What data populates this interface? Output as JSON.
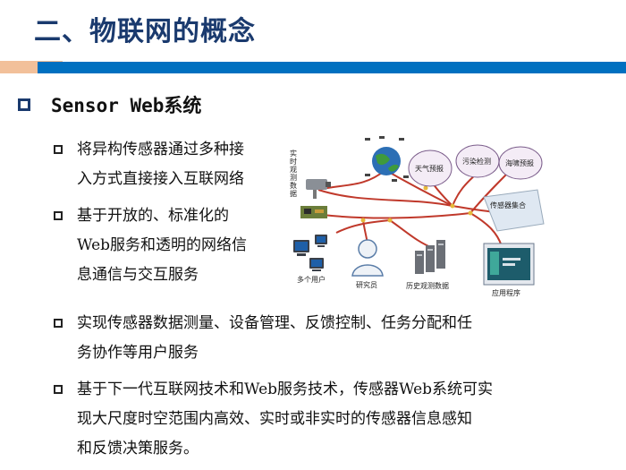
{
  "slide": {
    "title": "二、物联网的概念",
    "heading": "Sensor Web系统",
    "top_bullets": [
      {
        "line1": "将异构传感器通过多种接",
        "line2": "入方式直接接入互联网络"
      },
      {
        "line1": "基于开放的、标准化的",
        "line2": "Web服务和透明的网络信",
        "line3": "息通信与交互服务"
      }
    ],
    "bottom_bullets": [
      {
        "line1": "实现传感器数据测量、设备管理、反馈控制、任务分配和任",
        "line2": "务协作等用户服务"
      },
      {
        "line1": "基于下一代互联网技术和Web服务技术，传感器Web系统可实",
        "line2": "现大尺度时空范围内高效、实时或非实时的传感器信息感知",
        "line3": "和反馈决策服务。"
      }
    ]
  },
  "diagram": {
    "realtime_label": [
      "实",
      "时",
      "观",
      "测",
      "数",
      "据"
    ],
    "weather": "天气预报",
    "pollution": "污染检测",
    "tsunami": "海啸预报",
    "sensor_set": "传感器集合",
    "multi_user": "多个用户",
    "researcher": "研究员",
    "history": "历史观测数据",
    "app": "应用程序"
  }
}
